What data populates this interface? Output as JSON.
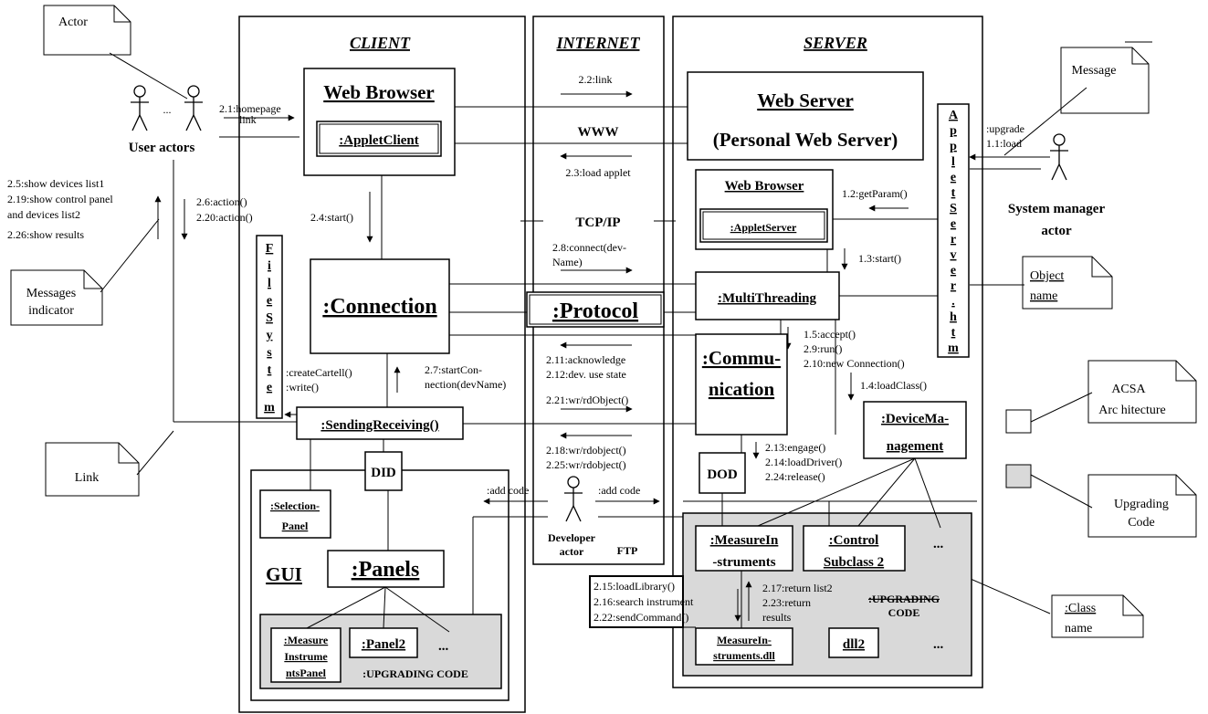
{
  "sections": {
    "client": "CLIENT",
    "internet": "INTERNET",
    "server": "SERVER"
  },
  "notes": {
    "actor": "Actor",
    "message": "Message",
    "messages_indicator": [
      "Messages",
      "indicator"
    ],
    "link": "Link",
    "object_name": [
      "Object",
      "name"
    ],
    "acsa": [
      "ACSA",
      "Arc hitecture"
    ],
    "upgrading": [
      "Upgrading",
      "Code"
    ],
    "class_name": [
      ":Class",
      "name"
    ]
  },
  "actors": {
    "user": "User actors",
    "user_dots": "...",
    "sysmgr": [
      "System manager",
      "actor"
    ],
    "developer": [
      "Developer",
      "actor"
    ]
  },
  "client": {
    "web_browser": "Web Browser",
    "applet_client": ":AppletClient",
    "connection": ":Connection",
    "file_system": [
      "F",
      "i",
      "l",
      "e",
      "S",
      "y",
      "s",
      "t",
      "e",
      "m"
    ],
    "sending_receiving": ":SendingReceiving()",
    "did": "DID",
    "selection_panel": [
      ":Selection-",
      "Panel"
    ],
    "gui": "GUI",
    "panels": ":Panels",
    "measure_panel": [
      ":Measure",
      "Instrume",
      "ntsPanel"
    ],
    "panel2": ":Panel2",
    "dots": "...",
    "upgrading_code": ":UPGRADING CODE"
  },
  "internet": {
    "www": "WWW",
    "tcpip": "TCP/IP",
    "protocol": ":Protocol",
    "ftp": "FTP"
  },
  "server": {
    "web_server": "Web Server",
    "personal": "(Personal Web Server)",
    "web_browser": "Web Browser",
    "applet_server": ":AppletServer",
    "applet_htm": [
      "A",
      "p",
      "p",
      "l",
      "e",
      "t",
      "S",
      "e",
      "r",
      "v",
      "e",
      "r",
      ".",
      "h",
      "t",
      "m"
    ],
    "multithreading": ":MultiThreading",
    "communication": [
      ":Commu-",
      "nication"
    ],
    "device_mgmt": [
      ":DeviceMa-",
      "nagement"
    ],
    "dod": "DOD",
    "measure_instr": [
      ":MeasureIn",
      "-struments"
    ],
    "control_sub": [
      ":Control",
      "Subclass 2"
    ],
    "dots1": "...",
    "upgrading_code": [
      ":UPGRADING",
      "CODE"
    ],
    "measure_dll": [
      "MeasureIn-",
      "struments.dll"
    ],
    "dll2": "dll2",
    "dots2": "..."
  },
  "messages": {
    "m2_1": [
      "2.1:homepage",
      "link"
    ],
    "m2_2": "2.2:link",
    "m2_3": "2.3:load applet",
    "m2_4": "2.4:start()",
    "m2_5": [
      "2.5:show devices list1",
      "2.19:show control panel",
      "and devices list2",
      "2.26:show results"
    ],
    "m2_6": [
      "2.6:action()",
      "2.20:action()"
    ],
    "m2_7": [
      "2.7:startCon-",
      "nection(devName)"
    ],
    "m2_8": [
      "2.8:connect(dev-",
      "Name)"
    ],
    "m2_11": [
      "2.11:acknowledge",
      "2.12:dev. use state"
    ],
    "m2_21": "2.21:wr/rdObject()",
    "m2_18": [
      "2.18:wr/rdobject()",
      "2.25:wr/rdobject()"
    ],
    "create": [
      ":createCartell()",
      ":write()"
    ],
    "upgrade": [
      ":upgrade",
      "1.1:load"
    ],
    "m1_2": "1.2:getParam()",
    "m1_3": "1.3:start()",
    "m1_5": [
      "1.5:accept()",
      "2.9:run()",
      "2.10:new Connection()"
    ],
    "m1_4": "1.4:loadClass()",
    "m2_13": [
      "2.13:engage()",
      "2.14:loadDriver()",
      "2.24:release()"
    ],
    "add_code_l": ":add code",
    "add_code_r": ":add code",
    "m2_15": [
      "2.15:loadLibrary()",
      "2.16:search instrument",
      "2.22:sendCommand()"
    ],
    "m2_17": [
      "2.17:return list2",
      "2.23:return",
      "results"
    ]
  }
}
